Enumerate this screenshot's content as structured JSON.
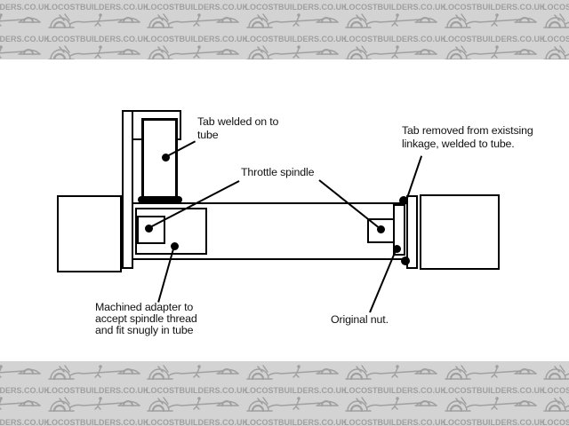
{
  "watermark": {
    "text": "LOCOSTBUILDERS.CO.UK",
    "logo_icon": "locost-car-logo",
    "bg_color": "#d3d3d3",
    "fg_color": "#a0a0a0"
  },
  "diagram": {
    "canvas_color": "#ffffff",
    "line_color": "#000000",
    "labels": {
      "tab_welded": {
        "line1": "Tab welded on to",
        "line2": "tube"
      },
      "throttle_spindle": "Throttle spindle",
      "tab_removed": {
        "line1": "Tab removed from existsing",
        "line2": "linkage, welded to tube."
      },
      "machined_adapter": {
        "line1": "Machined adapter to",
        "line2": "accept spindle thread",
        "line3": "and fit snugly in tube"
      },
      "original_nut": "Original nut."
    }
  }
}
